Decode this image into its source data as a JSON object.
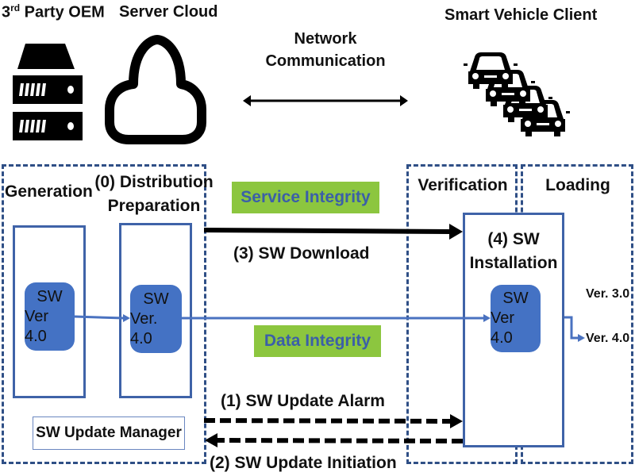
{
  "header": {
    "oem_prefix": "3",
    "oem_sup": "rd",
    "oem_label": " Party OEM",
    "server_cloud_label": "Server Cloud",
    "network_line1": "Network",
    "network_line2": "Communication",
    "vehicle_label": "Smart Vehicle Client"
  },
  "icons": {
    "oem": "server-rack-icon",
    "cloud": "cloud-icon",
    "network": "double-arrow-icon",
    "vehicles": "car-fleet-icon"
  },
  "phases": {
    "generation": "Generation",
    "distribution_line1": "(0) Distribution",
    "distribution_line2": "Preparation",
    "verification": "Verification",
    "loading": "Loading"
  },
  "chips": {
    "generation": {
      "line1": "SW",
      "line2": "Ver 4.0"
    },
    "distribution": {
      "line1": "SW",
      "line2": "Ver. 4.0"
    },
    "installation": {
      "line1": "SW",
      "line2": "Ver 4.0"
    }
  },
  "installation": {
    "line1": "(4) SW",
    "line2": "Installation"
  },
  "tags": {
    "service_integrity": "Service Integrity",
    "data_integrity": "Data Integrity"
  },
  "flows": {
    "download": "(3) SW Download",
    "alarm": "(1) SW Update Alarm",
    "initiation": "(2) SW Update Initiation"
  },
  "manager": "SW Update Manager",
  "loading_versions": {
    "old": "Ver. 3.0",
    "new": "Ver. 4.0"
  },
  "colors": {
    "dashed_border": "#2f4f86",
    "box_border": "#3f63a8",
    "chip_fill": "#4472c4",
    "tag_fill": "#8cc63f",
    "tag_text": "#3b5fa8",
    "flow_blue": "#4a72c0",
    "arrow_black": "#000000"
  }
}
